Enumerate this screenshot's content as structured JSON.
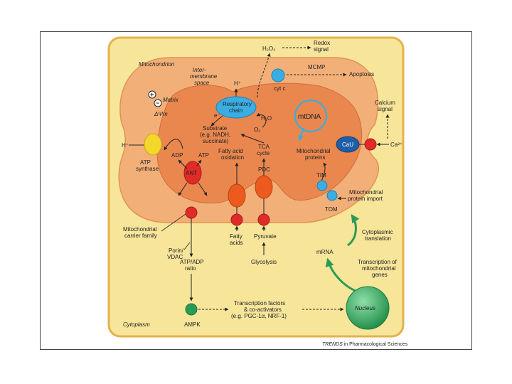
{
  "regions": {
    "cytoplasm": "Cytoplasm",
    "mitochondrion": "Mitochondrion",
    "intermembrane_1": "Inter-",
    "intermembrane_2": "membrane",
    "intermembrane_3": "space",
    "matrix": "Matrix",
    "delta_psi": "ΔΨm"
  },
  "labels": {
    "h2o2": "H₂O₂",
    "redox_1": "Redox",
    "redox_2": "signal",
    "mcmp": "MCMP",
    "apoptosis": "Apoptosis",
    "cyt_c": "cyt c",
    "h_plus_top": "H⁺",
    "resp_1": "Respiratory",
    "resp_2": "chain",
    "e_minus": "e⁻",
    "h2o": "H₂O",
    "o2": "O₂",
    "substrate_1": "Substrate",
    "substrate_2": "(e.g. NADH,",
    "substrate_3": "succinate)",
    "mtdna": "mtDNA",
    "calcium_1": "Calcium",
    "calcium_2": "signal",
    "cau": "CaU",
    "ca2": "Ca²⁺",
    "h_plus_left": "H⁺",
    "atp_synthase_1": "ATP",
    "atp_synthase_2": "synthase",
    "adp": "ADP",
    "atp": "ATP",
    "ant": "ANT",
    "fao_1": "Fatty acid",
    "fao_2": "oxidation",
    "tca_1": "TCA",
    "tca_2": "cycle",
    "pdc": "PDC",
    "mito_proteins_1": "Mitochondrial",
    "mito_proteins_2": "proteins",
    "tim": "TIM",
    "tom": "TOM",
    "import_1": "Mitochondrial",
    "import_2": "protein import",
    "carrier_1": "Mitochondrial",
    "carrier_2": "carrier family",
    "porin_1": "Porin/",
    "porin_2": "VDAC",
    "fatty_1": "Fatty",
    "fatty_2": "acids",
    "pyruvate": "Pyruvate",
    "glycolysis": "Glycolysis",
    "cyto_trans_1": "Cytoplasmic",
    "cyto_trans_2": "translation",
    "mrna": "mRNA",
    "transcription_1": "Transcription of",
    "transcription_2": "mitochondrial",
    "transcription_3": "genes",
    "atpadp_1": "ATP/ADP",
    "atpadp_2": "ratio",
    "tf_1": "Transcription factors",
    "tf_2": "& co-activators",
    "tf_3": "(e.g. PGC-1α, NRF-1)",
    "nucleus": "Nucleus",
    "ampk": "AMPK",
    "plus": "+",
    "minus": "−"
  },
  "footer": {
    "source_italic": "TRENDS",
    "source_rest": " in Pharmacological Sciences"
  },
  "colors": {
    "cytoplasm_fill": "#f7e59a",
    "cytoplasm_border": "#e2b24c",
    "outer_membrane": "#f2b078",
    "matrix": "#e9874f",
    "red_node": "#e02b26",
    "blue_node": "#3aaee3",
    "dark_blue": "#1f5ea8",
    "yellow_node": "#f3d72b",
    "green": "#2b9a55",
    "orange_protein": "#ec5a1e",
    "mtdna_arrow": "#33aee6"
  }
}
